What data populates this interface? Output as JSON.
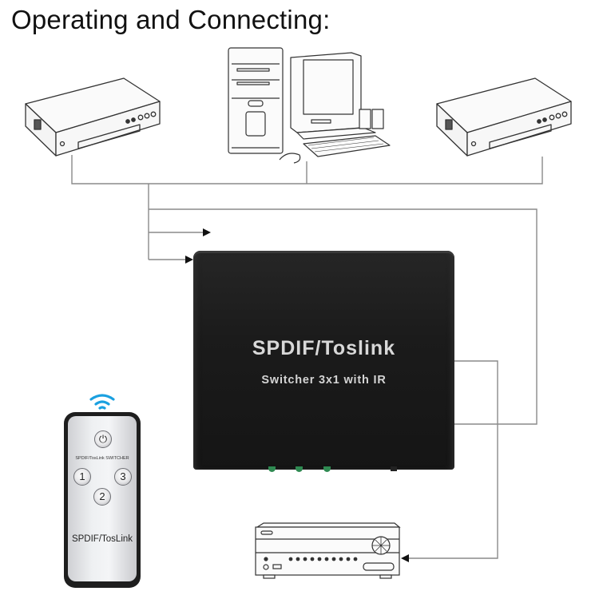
{
  "title": "Operating and Connecting:",
  "devices": {
    "source_left": {
      "name": "DVD player (left source)",
      "icon": "dvd-player-icon"
    },
    "source_center": {
      "name": "Desktop computer (center source)",
      "icon": "computer-icon"
    },
    "source_right": {
      "name": "DVD player (right source)",
      "icon": "dvd-player-icon"
    },
    "output": {
      "name": "AV receiver / amplifier",
      "icon": "amplifier-icon"
    }
  },
  "switcher": {
    "title": "SPDIF/Toslink",
    "subtitle": "Switcher 3x1 with IR",
    "body_color": "#1b1b1b",
    "led_color": "#2f8a52",
    "led_count": 3
  },
  "remote": {
    "power_symbol": "⏻",
    "label_small": "SPDIF/TosLink SWITCHER",
    "buttons": [
      "1",
      "2",
      "3"
    ],
    "label_big": "SPDIF/TosLink",
    "signal_color": "#1aa0e0"
  },
  "connections": [
    {
      "from": "source_left",
      "to": "switcher",
      "type": "input"
    },
    {
      "from": "source_center",
      "to": "switcher",
      "type": "input"
    },
    {
      "from": "source_right",
      "to": "switcher",
      "type": "input"
    },
    {
      "from": "switcher",
      "to": "output",
      "type": "output"
    }
  ],
  "line_color": "#8a8a8a"
}
